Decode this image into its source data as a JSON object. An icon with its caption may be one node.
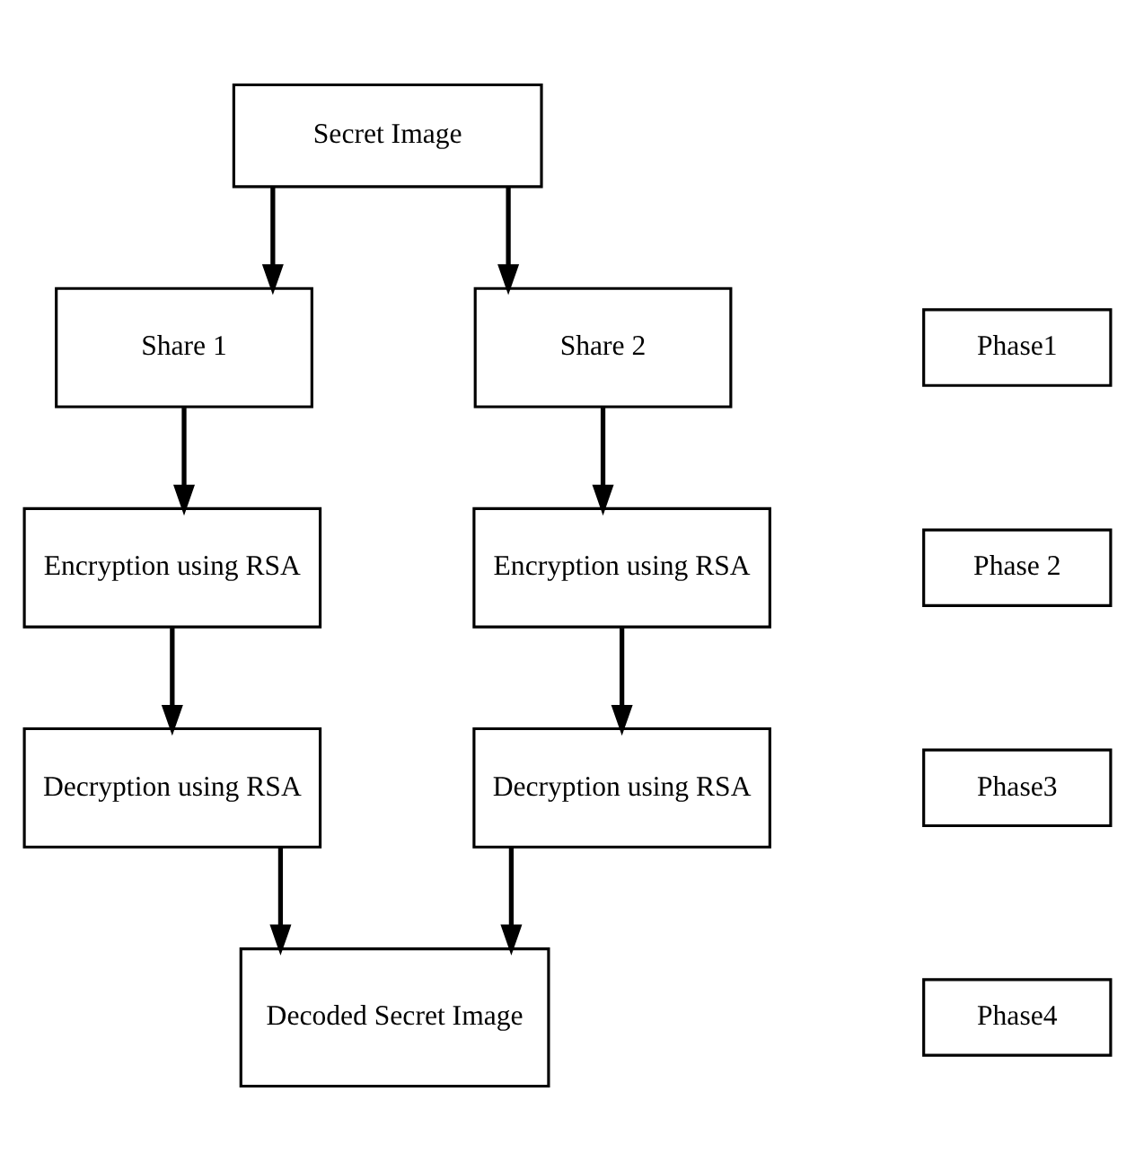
{
  "diagram": {
    "nodes": [
      {
        "text": [
          "Secret Image"
        ]
      },
      {
        "text": [
          "Share 1"
        ]
      },
      {
        "text": [
          "Share 2"
        ]
      },
      {
        "text": [
          "Encryption using RSA"
        ]
      },
      {
        "text": [
          "Encryption using RSA"
        ]
      },
      {
        "text": [
          "Decryption using RSA"
        ]
      },
      {
        "text": [
          "Decryption using RSA"
        ]
      },
      {
        "text": [
          "Decoded Secret Image"
        ]
      },
      {
        "text": [
          "Phase1"
        ]
      },
      {
        "text": [
          "Phase 2"
        ]
      },
      {
        "text": [
          "Phase3"
        ]
      },
      {
        "text": [
          "Phase4"
        ]
      }
    ],
    "edges": [
      {
        "from": 0,
        "to": 1,
        "arrow": "to"
      },
      {
        "from": 0,
        "to": 2,
        "arrow": "to"
      },
      {
        "from": 1,
        "to": 3,
        "arrow": "to"
      },
      {
        "from": 2,
        "to": 4,
        "arrow": "to"
      },
      {
        "from": 3,
        "to": 5,
        "arrow": "to"
      },
      {
        "from": 4,
        "to": 6,
        "arrow": "to"
      },
      {
        "from": 5,
        "to": 7,
        "arrow": "to"
      },
      {
        "from": 6,
        "to": 7,
        "arrow": "to"
      }
    ]
  }
}
